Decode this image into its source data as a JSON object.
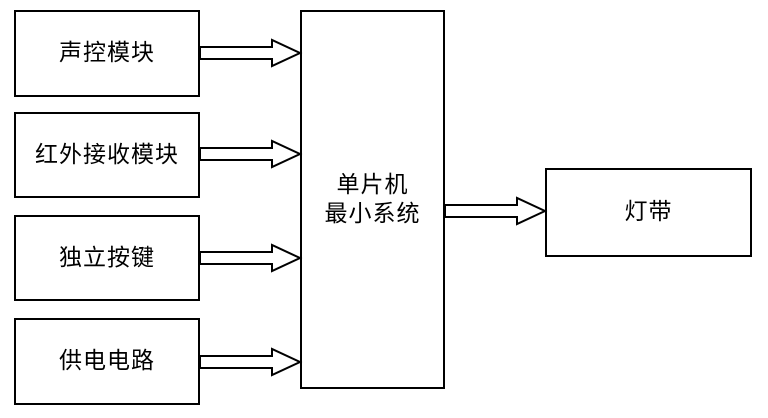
{
  "figure": {
    "background_color": "#ffffff",
    "line_color": "#000000",
    "box_fill_color": "#ffffff",
    "blocks": {
      "sound_control": {
        "label": "声控模块"
      },
      "ir_receiver": {
        "label": "红外接收模块"
      },
      "independent_keys": {
        "label": "独立按键"
      },
      "power_supply": {
        "label": "供电电路"
      },
      "mcu_minimum_system": {
        "label_lines": [
          "单片机",
          "最小系统"
        ]
      },
      "light_strip": {
        "label": "灯带"
      }
    },
    "connections": [
      {
        "from": "sound_control",
        "to": "mcu_minimum_system",
        "style": "hollow-block-arrow"
      },
      {
        "from": "ir_receiver",
        "to": "mcu_minimum_system",
        "style": "hollow-block-arrow"
      },
      {
        "from": "independent_keys",
        "to": "mcu_minimum_system",
        "style": "hollow-block-arrow"
      },
      {
        "from": "power_supply",
        "to": "mcu_minimum_system",
        "style": "hollow-block-arrow"
      },
      {
        "from": "mcu_minimum_system",
        "to": "light_strip",
        "style": "hollow-block-arrow"
      }
    ]
  }
}
